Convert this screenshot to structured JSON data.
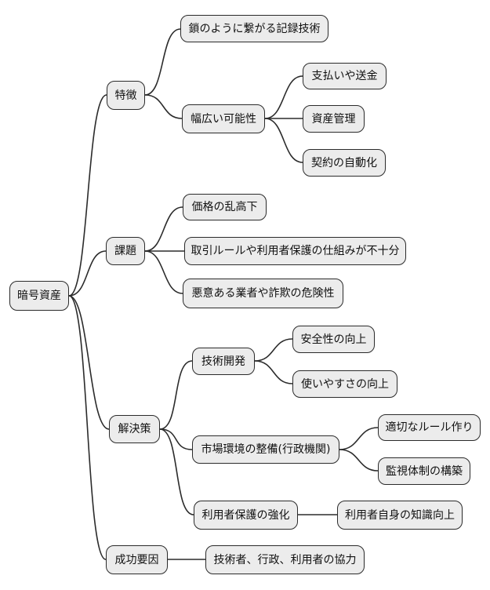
{
  "diagram": {
    "type": "mindmap",
    "orientation": "left-to-right",
    "root_label": "暗号資産"
  },
  "style": {
    "background": "#ffffff",
    "node_fill": "#ececec",
    "node_border": "#2b2b2b",
    "line_color": "#2b2b2b",
    "text_color": "#111111"
  },
  "nodes": {
    "root": {
      "label": "暗号資産",
      "level": 1,
      "parent": null
    },
    "feature": {
      "label": "特徴",
      "level": 2,
      "parent": "root"
    },
    "chain": {
      "label": "鎖のように繋がる記録技術",
      "level": 3,
      "parent": "feature"
    },
    "wide": {
      "label": "幅広い可能性",
      "level": 3,
      "parent": "feature"
    },
    "payment": {
      "label": "支払いや送金",
      "level": 4,
      "parent": "wide"
    },
    "asset": {
      "label": "資産管理",
      "level": 4,
      "parent": "wide"
    },
    "contract": {
      "label": "契約の自動化",
      "level": 4,
      "parent": "wide"
    },
    "issue": {
      "label": "課題",
      "level": 2,
      "parent": "root"
    },
    "volatility": {
      "label": "価格の乱高下",
      "level": 3,
      "parent": "issue"
    },
    "rules": {
      "label": "取引ルールや利用者保護の仕組みが不十分",
      "level": 3,
      "parent": "issue"
    },
    "fraud": {
      "label": "悪意ある業者や詐欺の危険性",
      "level": 3,
      "parent": "issue"
    },
    "solution": {
      "label": "解決策",
      "level": 2,
      "parent": "root"
    },
    "tech": {
      "label": "技術開発",
      "level": 3,
      "parent": "solution"
    },
    "safety": {
      "label": "安全性の向上",
      "level": 4,
      "parent": "tech"
    },
    "usability": {
      "label": "使いやすさの向上",
      "level": 4,
      "parent": "tech"
    },
    "market": {
      "label": "市場環境の整備(行政機関)",
      "level": 3,
      "parent": "solution"
    },
    "rulemaking": {
      "label": "適切なルール作り",
      "level": 4,
      "parent": "market"
    },
    "monitoring": {
      "label": "監視体制の構築",
      "level": 4,
      "parent": "market"
    },
    "protection": {
      "label": "利用者保護の強化",
      "level": 3,
      "parent": "solution"
    },
    "knowledge": {
      "label": "利用者自身の知識向上",
      "level": 4,
      "parent": "protection"
    },
    "success": {
      "label": "成功要因",
      "level": 2,
      "parent": "root"
    },
    "cooperation": {
      "label": "技術者、行政、利用者の協力",
      "level": 3,
      "parent": "success"
    }
  }
}
